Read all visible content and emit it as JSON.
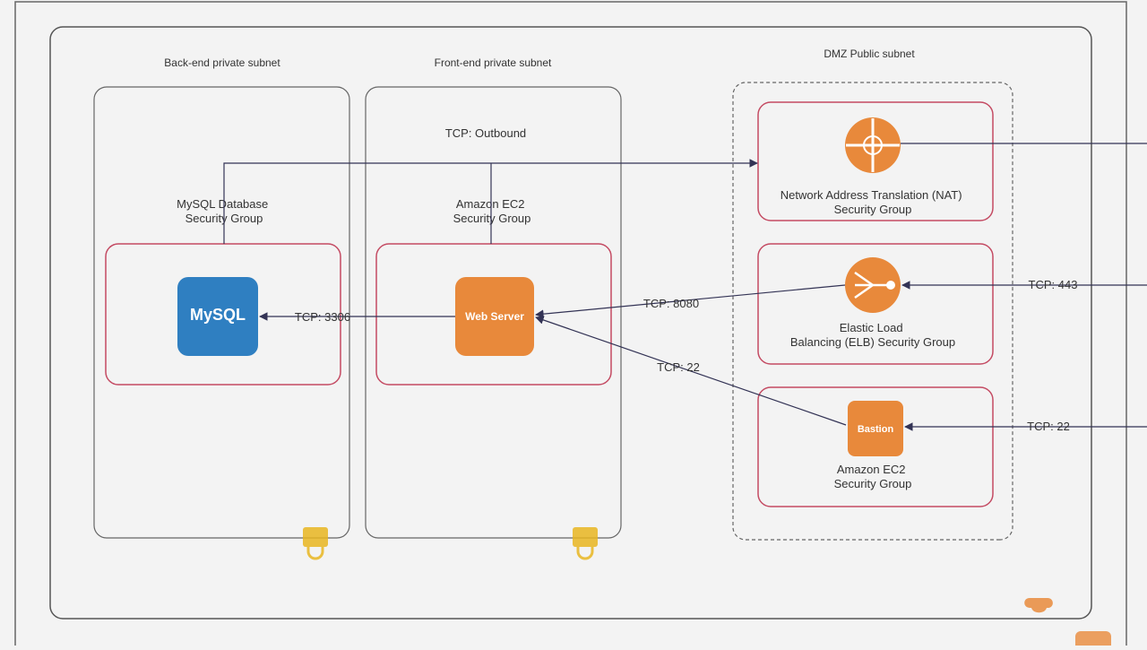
{
  "subnets": {
    "backend": "Back-end private subnet",
    "frontend": "Front-end private subnet",
    "dmz": "DMZ Public subnet"
  },
  "groups": {
    "nat": [
      "Network Address Translation (NAT)",
      "Security Group"
    ],
    "elb": [
      "Elastic Load",
      "Balancing (ELB) Security Group"
    ],
    "ec2_dmz": [
      "Amazon EC2",
      "Security Group"
    ],
    "ec2_front": [
      "Amazon EC2",
      "Security Group"
    ],
    "mysql": [
      "MySQL Database",
      "Security Group"
    ]
  },
  "frontend_note": "TCP: Outbound",
  "icons": {
    "mysql_text": "MySQL",
    "web_server_text": "Web Server",
    "bastion_text": "Bastion"
  },
  "connections": {
    "tcp_3306": "TCP: 3306",
    "tcp_8080": "TCP: 8080",
    "tcp_22_internal": "TCP: 22",
    "tcp_443": "TCP: 443",
    "tcp_22_external": "TCP: 22"
  },
  "colors": {
    "security_group_border": "#c44b63",
    "container_border": "#555555",
    "aws_orange": "#e8893b",
    "mysql_blue": "#2f7fc1",
    "lock_yellow": "#e8b520",
    "arrow": "#333355"
  }
}
